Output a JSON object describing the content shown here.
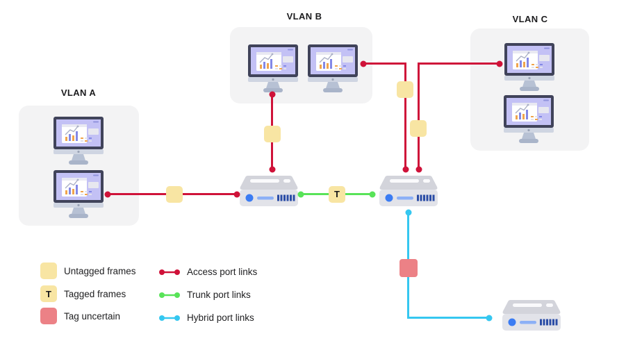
{
  "diagram": {
    "groups": [
      {
        "label": "VLAN A"
      },
      {
        "label": "VLAN B"
      },
      {
        "label": "VLAN C"
      }
    ],
    "tagged_letter": "T"
  },
  "legend": {
    "frame_markers": [
      {
        "label": "Untagged frames"
      },
      {
        "label": "Tagged frames",
        "letter": "T"
      },
      {
        "label": "Tag uncertain"
      }
    ],
    "link_types": [
      {
        "label": "Access port links"
      },
      {
        "label": "Trunk port links"
      },
      {
        "label": "Hybrid port links"
      }
    ]
  },
  "colors": {
    "access_link": "#cf1239",
    "trunk_link": "#58e358",
    "hybrid_link": "#35c7f0",
    "untagged_frame": "#f8e5a3",
    "tag_uncertain": "#ec8186",
    "group_background": "#f3f3f4"
  }
}
